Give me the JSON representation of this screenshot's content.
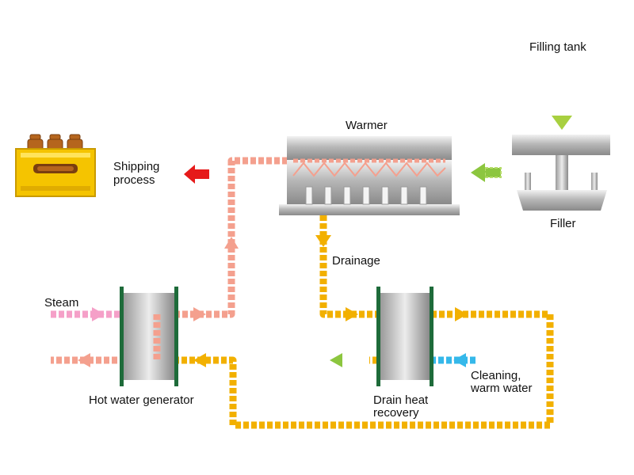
{
  "labels": {
    "filling_tank": "Filling tank",
    "warmer": "Warmer",
    "filler": "Filler",
    "shipping_process_line1": "Shipping",
    "shipping_process_line2": "process",
    "drainage": "Drainage",
    "steam": "Steam",
    "hot_water_generator": "Hot water generator",
    "drain_heat_recovery_line1": "Drain heat",
    "drain_heat_recovery_line2": "recovery",
    "cleaning_line1": "Cleaning,",
    "cleaning_line2": "warm water"
  },
  "colors": {
    "hot_water": "#f4a08e",
    "steam": "#f5a0c8",
    "drain": "#f2b000",
    "shipping_arrow": "#e61a1a",
    "green_flow": "#8cc63f",
    "cleaning": "#35b8ea",
    "crate": "#f5c400",
    "bottle": "#b5651d",
    "plate": "#1e6b3a"
  },
  "icons": [
    "beer-crate-icon",
    "heat-exchanger-icon",
    "warmer-machine-icon",
    "filler-machine-icon"
  ]
}
